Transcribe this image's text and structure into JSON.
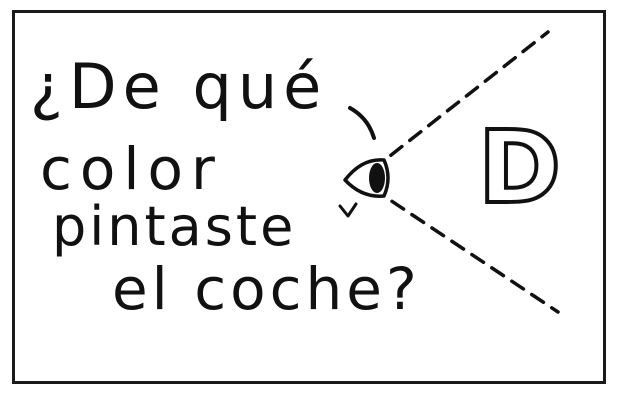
{
  "card": {
    "line1": "¿De qué",
    "line2": "color",
    "line3": "pintaste",
    "line4": "el coche?",
    "sign_letter": "D"
  },
  "icons": {
    "eye": "eye-icon",
    "sight_lines": "dashed-lines"
  },
  "colors": {
    "ink": "#111111",
    "paper": "#ffffff"
  }
}
